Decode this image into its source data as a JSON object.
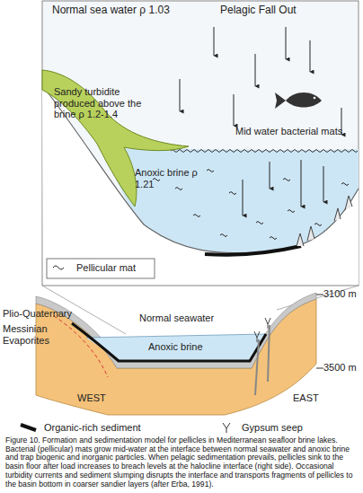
{
  "diagram": {
    "caption": "Figure 10. Formation and sedimentation model for pellicles in Mediterranean seafloor brine lakes. Bacterial (pellicular) mats grow mid-water at the interface between normal seawater and anoxic brine and trap biogenic and inorganic particles. When pelagic sedimentation prevails, pellicles sink to the basin floor after load increases to breach levels at the halocline interface (right side). Occasional turbidity currents and sediment slumping disrupts the interface and transports fragments of pellicles to the basin bottom in coarser sandier layers (after Erba, 1991).",
    "labels": [
      "Normal sea water ρ 1.03",
      "Pelagic Fall Out",
      "Sandy turbidite produced above the brine ρ 1.2-1.4",
      "Mid water bacterial mats",
      "Anoxic brine ρ 1.21",
      "Plio-Quaternary",
      "Messinian Evaporites",
      "Normal seawater",
      "Anoxic brine",
      "WEST",
      "EAST",
      "3100 m",
      "3500 m"
    ],
    "legend": [
      {
        "text": "Pellicular mat"
      },
      {
        "text": "Organic-rich sediment"
      },
      {
        "text": "Gypsum seep"
      }
    ]
  }
}
